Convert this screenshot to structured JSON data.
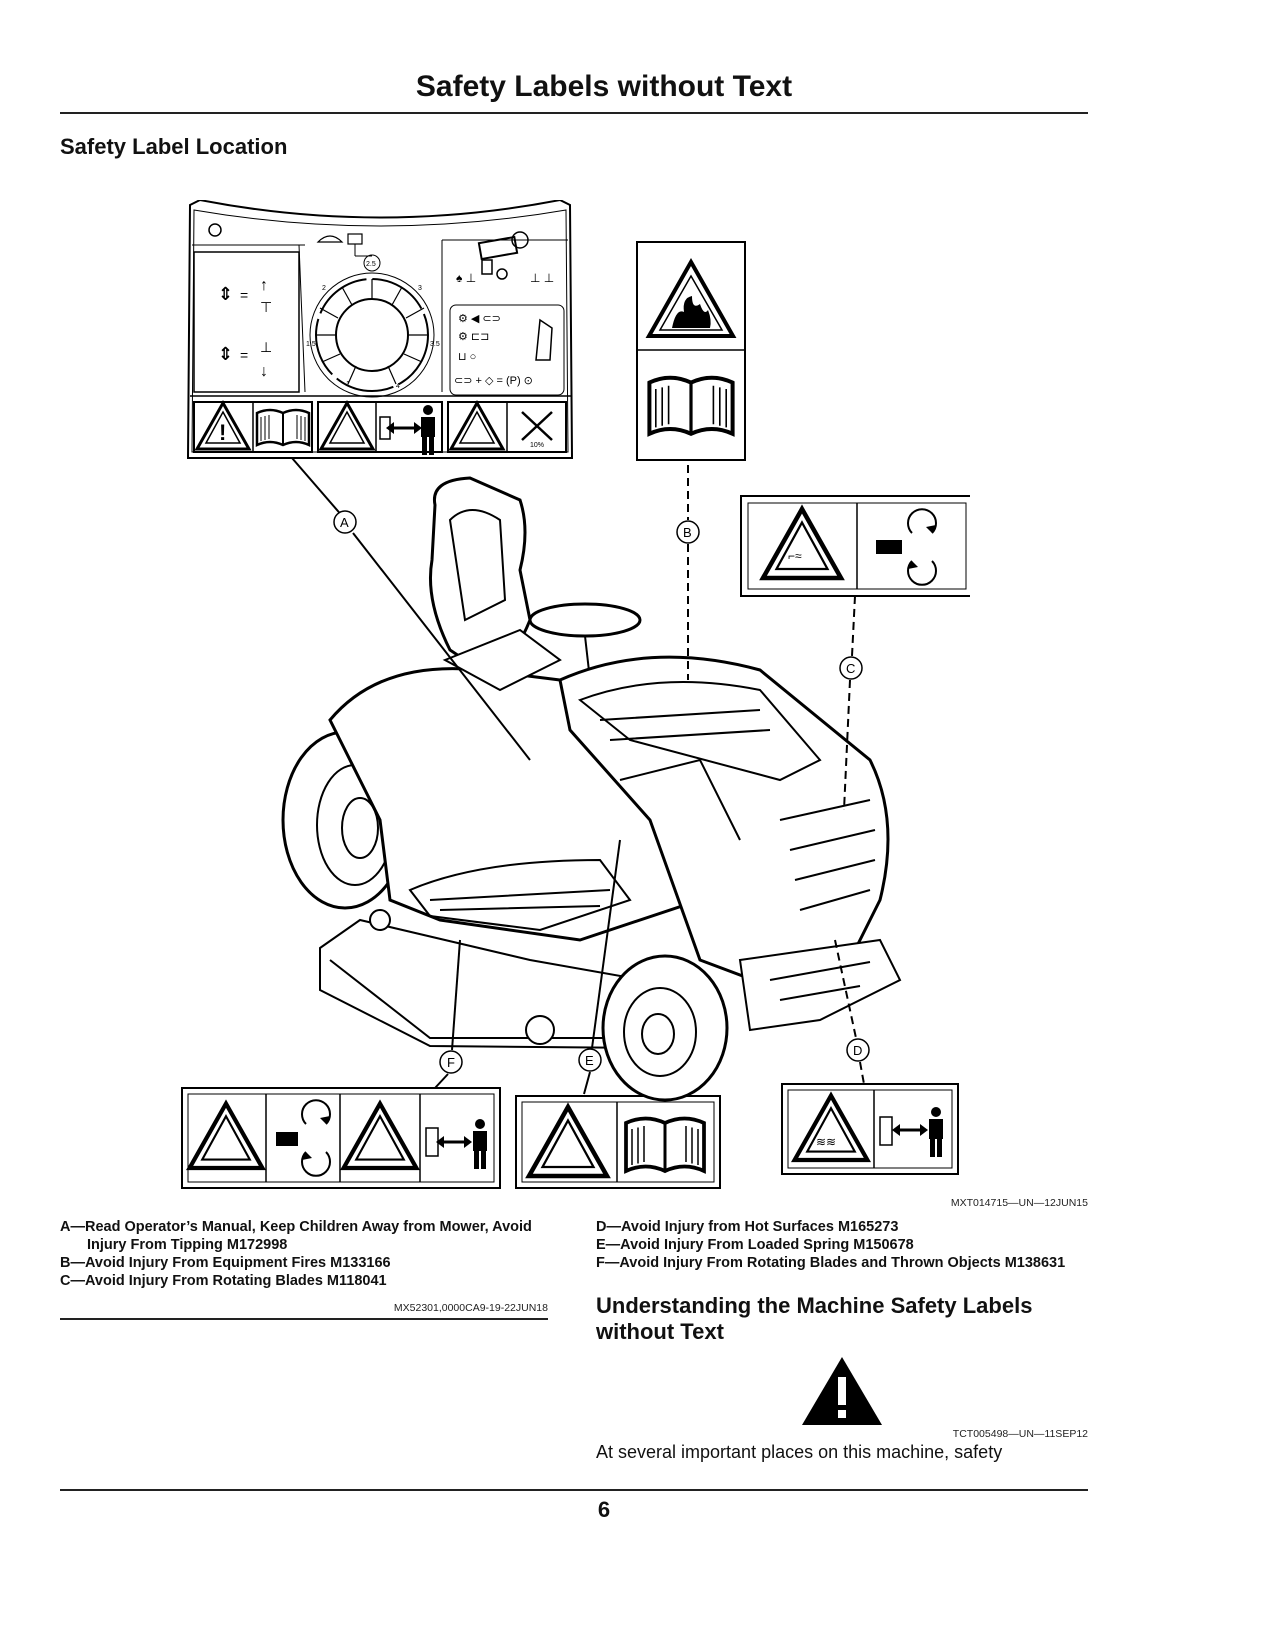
{
  "page": {
    "title": "Safety Labels without Text",
    "section_heading": "Safety Label Location",
    "figure_code": "MXT014715—UN—12JUN15",
    "legend_left": [
      "A—Read Operator’s Manual, Keep Children Away from Mower, Avoid Injury From Tipping M172998",
      "B—Avoid Injury From Equipment Fires M133166",
      "C—Avoid Injury From Rotating Blades M118041"
    ],
    "legend_right": [
      "D—Avoid Injury from Hot Surfaces M165273",
      "E—Avoid Injury From Loaded Spring M150678",
      "F—Avoid Injury From Rotating Blades and Thrown Objects M138631"
    ],
    "doc_code": "MX52301,0000CA9-19-22JUN18",
    "subsection_heading": "Understanding the Machine Safety Labels without Text",
    "warning_icon_code": "TCT005498—UN—11SEP12",
    "body_text": "At several important places on this machine, safety",
    "page_number": "6"
  },
  "figure": {
    "callouts": [
      "A",
      "B",
      "C",
      "D",
      "E",
      "F"
    ],
    "dial_labels": [
      "2.5",
      "2",
      "3",
      "1.5",
      "3.5",
      "1",
      "4"
    ],
    "slope_label": "10%",
    "icons": [
      "warning-triangle-icon",
      "operators-manual-icon",
      "fire-warning-icon",
      "rotating-blade-icon",
      "hot-surface-icon",
      "loaded-spring-icon",
      "thrown-objects-icon",
      "keep-away-person-icon",
      "tipping-warning-icon"
    ]
  }
}
